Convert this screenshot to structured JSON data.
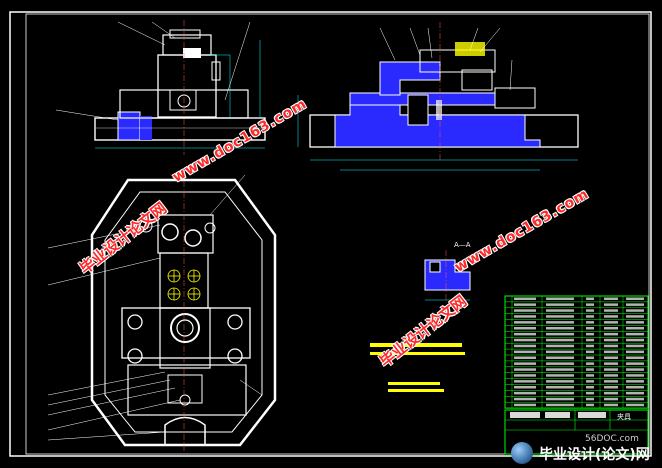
{
  "watermarks": {
    "site_cn": "毕业设计论文网",
    "site_url": "www.doc163.com"
  },
  "section_label": "A—A",
  "title_block": {
    "drawing_title": "夹具"
  },
  "logo": {
    "host": "56DOC.com",
    "title": "毕业设计(论文)网"
  },
  "colors": {
    "background": "#000000",
    "frame": "#ffffff",
    "part_fill": "#2a2aff",
    "leader": "#ffffff",
    "dimension": "#00ffff",
    "parts_table": "#00ff00",
    "highlight": "#ffff00",
    "watermark": "#ff2a2a"
  }
}
